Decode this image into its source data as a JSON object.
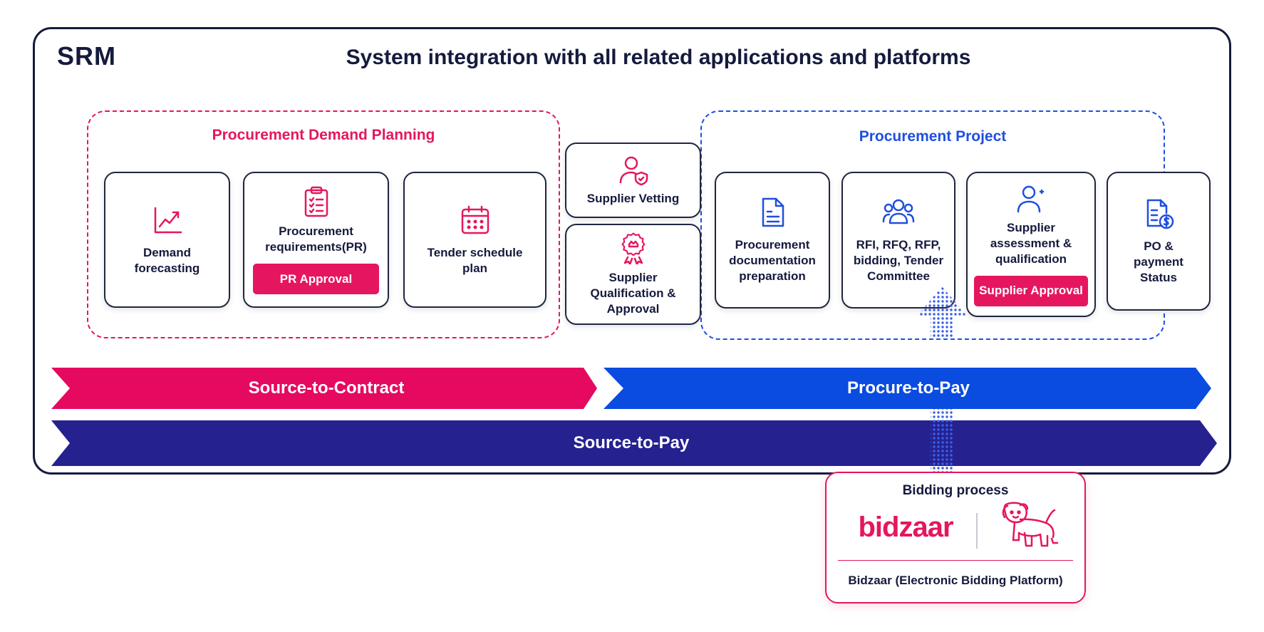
{
  "header": {
    "brand": "SRM",
    "title": "System integration with all related applications and platforms"
  },
  "groups": {
    "demand_planning": "Procurement Demand Planning",
    "project": "Procurement Project"
  },
  "cards": {
    "demand_forecasting": "Demand forecasting",
    "procurement_requirements": "Procurement requirements(PR)",
    "pr_approval": "PR Approval",
    "tender_schedule": "Tender schedule plan",
    "supplier_vetting": "Supplier Vetting",
    "supplier_qualification": "Supplier Qualification & Approval",
    "documentation": "Procurement documentation preparation",
    "rfi": "RFI, RFQ, RFP, bidding, Tender Committee",
    "assessment": "Supplier assessment & qualification",
    "supplier_approval": "Supplier Approval",
    "po_payment": "PO & payment Status"
  },
  "flows": {
    "source_to_contract": "Source-to-Contract",
    "procure_to_pay": "Procure-to-Pay",
    "source_to_pay": "Source-to-Pay"
  },
  "bidding": {
    "title": "Bidding process",
    "logo_text": "bidzaar",
    "caption": "Bidzaar (Electronic Bidding Platform)"
  },
  "colors": {
    "pink": "#e5165f",
    "blue": "#0a4be0",
    "navy": "#25218f",
    "dark": "#151a3d"
  },
  "icons": [
    "chart-icon",
    "clipboard-icon",
    "calendar-icon",
    "user-shield-icon",
    "rosette-icon",
    "document-icon",
    "group-icon",
    "user-add-icon",
    "invoice-dollar-icon",
    "dog-mascot-icon"
  ]
}
